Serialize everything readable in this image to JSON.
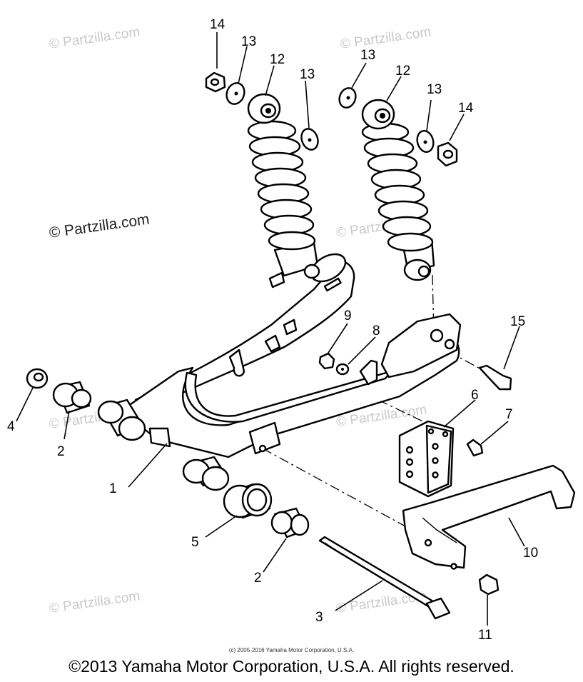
{
  "watermarks": {
    "light": "© Partzilla.com",
    "dark": "© Partzilla.com"
  },
  "callouts": {
    "c1": "1",
    "c2a": "2",
    "c2b": "2",
    "c3": "3",
    "c4": "4",
    "c5": "5",
    "c6": "6",
    "c7": "7",
    "c8": "8",
    "c9": "9",
    "c10": "10",
    "c11": "11",
    "c12a": "12",
    "c12b": "12",
    "c13a": "13",
    "c13b": "13",
    "c13c": "13",
    "c13d": "13",
    "c14a": "14",
    "c14b": "14",
    "c15": "15"
  },
  "footer": {
    "credit": "(c) 2005-2016 Yamaha Motor Corporation, U.S.A.",
    "copyright": "©2013 Yamaha Motor Corporation, U.S.A. All rights reserved."
  }
}
